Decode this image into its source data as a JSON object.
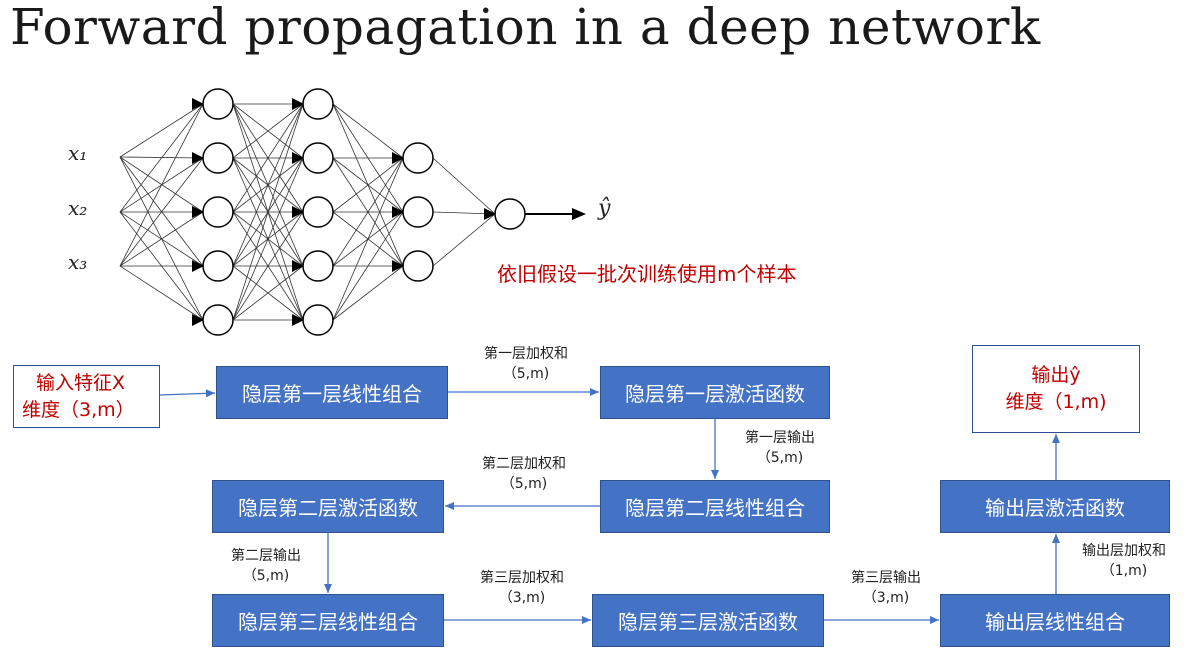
{
  "title": "Forward propagation in a deep network",
  "network": {
    "inputs": [
      "x₁",
      "x₂",
      "x₃"
    ],
    "output": "ŷ",
    "layer_sizes": [
      5,
      5,
      3,
      1
    ]
  },
  "note": "依旧假设一批次训练使用m个样本",
  "input_box": {
    "line1": "输入特征X",
    "line2": "维度（3,m）"
  },
  "output_box": {
    "line1": "输出ŷ",
    "line2": "维度（1,m)"
  },
  "boxes": {
    "h1_linear": "隐层第一层线性组合",
    "h1_act": "隐层第一层激活函数",
    "h2_linear": "隐层第二层线性组合",
    "h2_act": "隐层第二层激活函数",
    "h3_linear": "隐层第三层线性组合",
    "h3_act": "隐层第三层激活函数",
    "out_linear": "输出层线性组合",
    "out_act": "输出层激活函数"
  },
  "labels": {
    "l1_weighted": {
      "line1": "第一层加权和",
      "line2": "（5,m)"
    },
    "l1_output": {
      "line1": "第一层输出",
      "line2": "（5,m)"
    },
    "l2_weighted": {
      "line1": "第二层加权和",
      "line2": "（5,m)"
    },
    "l2_output": {
      "line1": "第二层输出",
      "line2": "（5,m)"
    },
    "l3_weighted": {
      "line1": "第三层加权和",
      "line2": "（3,m)"
    },
    "l3_output": {
      "line1": "第三层输出",
      "line2": "（3,m)"
    },
    "out_weighted": {
      "line1": "输出层加权和",
      "line2": "（1,m)"
    }
  },
  "colors": {
    "box_fill": "#4472c4",
    "box_border": "#2f528f",
    "red_text": "#c00000",
    "arrow": "#4472c4"
  }
}
